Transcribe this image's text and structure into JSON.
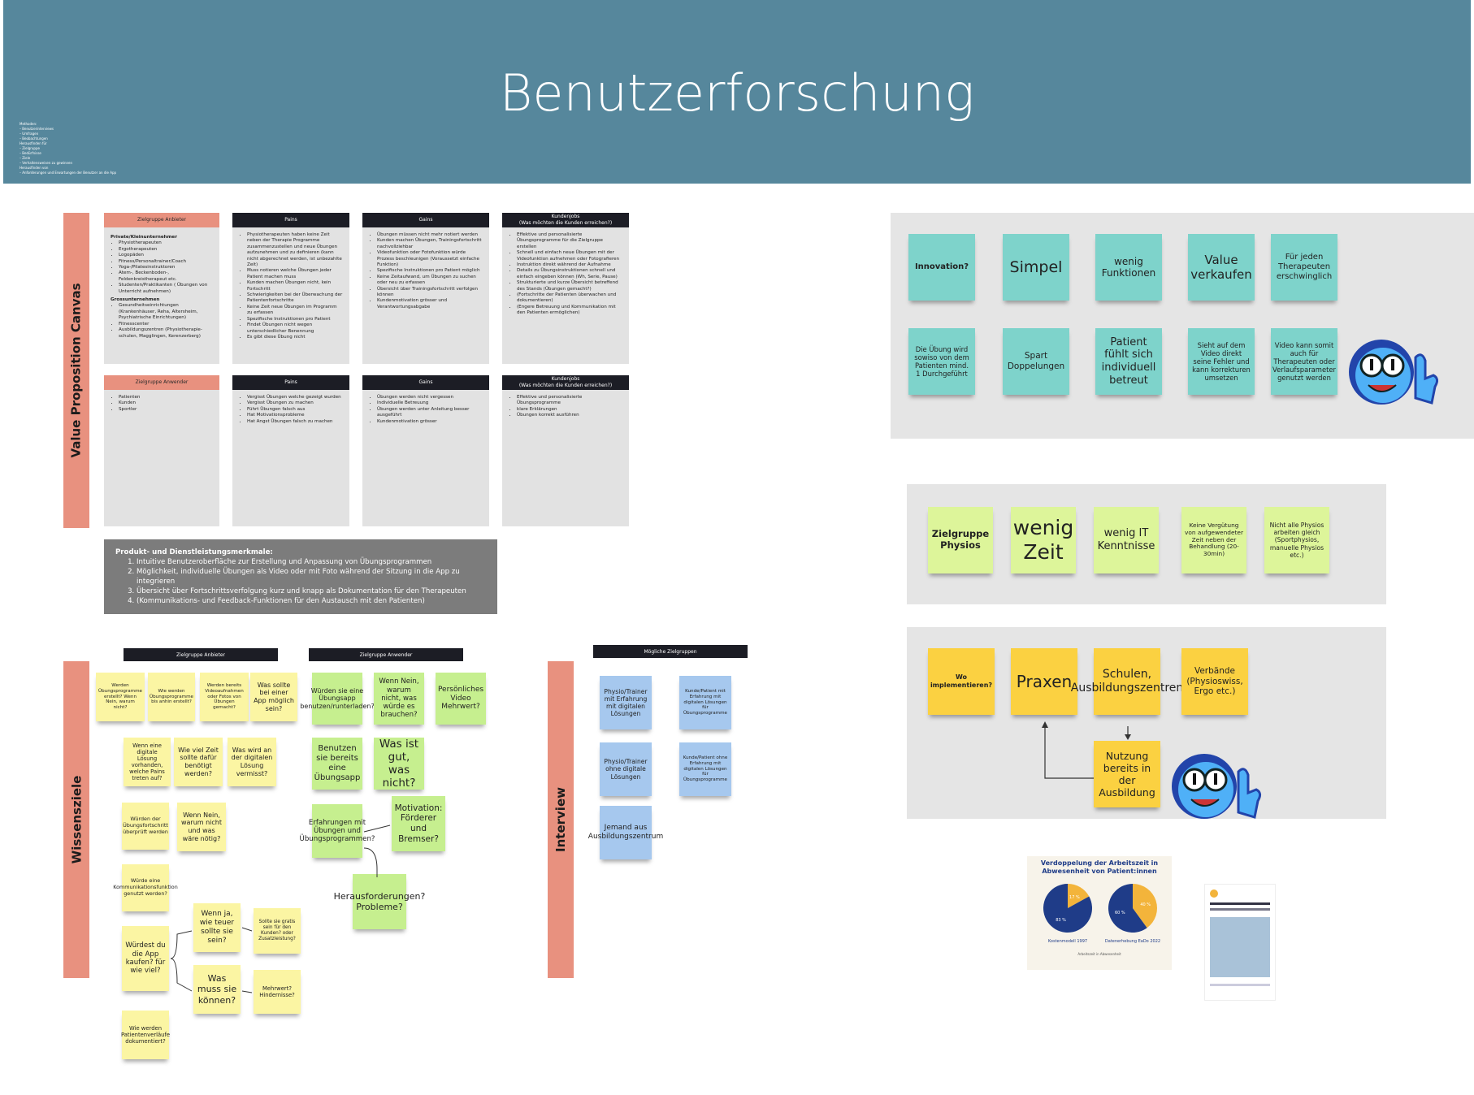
{
  "header": {
    "title": "Benutzerforschung",
    "notes": [
      "Methoden:",
      "– Benutzerinterviews",
      "– Umfragen",
      "– Beobachtungen",
      "Herausfinden für",
      "– Zielgruppe",
      "– Bedürfnisse",
      "– Ziele",
      "– Verhaltensweisen zu gewinnen",
      "Herausfinden von",
      "– Anforderungen und Erwartungen der Benutzer an die App"
    ]
  },
  "vpc": {
    "label": "Value Proposition Canvas",
    "row1": [
      {
        "title": "Zielgruppe Anbieter",
        "style": "salmon",
        "blocks": [
          {
            "head": "Private/Kleinunternehmer",
            "items": [
              "Physiotherapeuten",
              "Ergotherapeuten",
              "Logopäden",
              "Fitness/Personaltrainer/Coach",
              "Yoga-/Pilatesinstruktoren",
              "Atem-, Beckenboden-, Feldenkreistherapeut etc.",
              "Studenten/Praktikanten ( Übungen von Unterricht aufnehmen)"
            ]
          },
          {
            "head": "Grossunternehmen",
            "items": [
              "Gesundheitseinrichtungen (Krankenhäuser, Reha, Altersheim, Psychiatrische Einrichtungen)",
              "Fitnesscenter",
              "Ausbildungszentren (Physiotherapie-schulen, Magglingen, Kerenzerberg)"
            ]
          }
        ]
      },
      {
        "title": "Pains",
        "style": "dark",
        "blocks": [
          {
            "head": "",
            "items": [
              "Physiotherapeuten haben keine Zeit neben der Therapie Programme zusammenzustellen und neue Übungen aufzunehmen und zu definieren (kann nicht abgerechnet werden, ist unbezahlte Zeit)",
              "Muss notieren welche Übungen jeder Patient machen muss",
              "Kunden machen Übungen nicht, kein Fortschritt",
              "Schwierigkeiten bei der Überwachung der Patientenfortschritte",
              "Keine Zeit neue Übungen im Programm zu erfassen",
              "Spezifische Instruktionen pro Patient",
              "Findet Übungen nicht wegen unterschiedlicher Benennung",
              "Es gibt diese Übung nicht"
            ]
          }
        ]
      },
      {
        "title": "Gains",
        "style": "dark",
        "blocks": [
          {
            "head": "",
            "items": [
              "Übungen müssen nicht mehr notiert werden",
              "Kunden machen Übungen, Trainingsfortschritt nachvollziehbar",
              "Videofunktion oder Fotofunktion würde Prozess beschleunigen (Voraussetzt einfache Funktion)",
              "Spezifische Instruktionen pro Patient möglich",
              "Keine Zeitaufwand, um Übungen zu suchen oder neu zu erfassen",
              "Übersicht über Trainingsfortschritt verfolgen können",
              "Kundenmotivation grösser und Verantwortungsabgabe"
            ]
          }
        ]
      },
      {
        "title": "Kundenjobs\n(Was möchten die Kunden erreichen?)",
        "style": "dark",
        "blocks": [
          {
            "head": "",
            "items": [
              "Effektive und personalisierte Übungsprogramme für die Zielgruppe erstellen",
              "Schnell und einfach neue Übungen mit der Videofunktion aufnehmen oder Fotografieren",
              "Instruktion direkt während der Aufnahme",
              "Details zu Übungsinstruktionen schnell und einfach eingeben können (Wh, Serie, Pause)",
              "Strukturierte und kurze Übersicht betreffend des Stands (Übungen gemacht?)",
              "(Fortschritte der Patienten überwachen und dokumentieren)",
              "(Engere Betreuung und Kommunikation mit den Patienten ermöglichen)"
            ]
          }
        ]
      }
    ],
    "row2": [
      {
        "title": "Zielgruppe Anwender",
        "style": "salmon",
        "blocks": [
          {
            "head": "",
            "items": [
              "Patienten",
              "Kunden",
              "Sportler"
            ]
          }
        ]
      },
      {
        "title": "Pains",
        "style": "dark",
        "blocks": [
          {
            "head": "",
            "items": [
              "Vergisst Übungen welche gezeigt wurden",
              "Vergisst Übungen zu machen",
              "Führt Übungen falsch aus",
              "Hat Motivationsprobleme",
              "Hat Angst Übungen falsch zu machen"
            ]
          }
        ]
      },
      {
        "title": "Gains",
        "style": "dark",
        "blocks": [
          {
            "head": "",
            "items": [
              "Übungen werden nicht vergessen",
              "Individuelle Betreuung",
              "Übungen werden unter Anleitung besser ausgeführt",
              "Kundenmotivation grösser"
            ]
          }
        ]
      },
      {
        "title": "Kundenjobs\n(Was möchten die Kunden erreichen?)",
        "style": "dark",
        "blocks": [
          {
            "head": "",
            "items": [
              "Effektive und personalisierte Übungsprogramme",
              "klare Erklärungen",
              "Übungen korrekt ausführen"
            ]
          }
        ]
      }
    ],
    "features": {
      "title": "Produkt- und Dienstleistungsmerkmale:",
      "items": [
        "Intuitive Benutzeroberfläche zur Erstellung und Anpassung von Übungsprogrammen",
        "Möglichkeit, individuelle Übungen als Video oder mit Foto während der Sitzung in die App zu integrieren",
        "Übersicht über Fortschrittsverfolgung kurz und knapp als Dokumentation für den Therapeuten",
        "(Kommunikations- und Feedback-Funktionen für den Austausch mit den Patienten)"
      ]
    }
  },
  "wissensziele": {
    "label": "Wissensziele",
    "head_anbieter": "Zielgruppe Anbieter",
    "head_anwender": "Zielgruppe Anwender",
    "anbieter_notes": [
      "Werden Übungsprogramme erstellt? Wenn Nein, warum nicht?",
      "Wie werden Übungsprogramme bis anhin erstellt?",
      "Werden bereits Videoaufnahmen oder Fotos von Übungen gemacht?",
      "Was sollte bei einer App möglich sein?",
      "Wenn eine digitale Lösung vorhanden, welche Pains treten auf?",
      "Wie viel Zeit sollte dafür benötigt werden?",
      "Was wird an der digitalen Lösung vermisst?",
      "Würden der Übungsfortschritt überprüft werden",
      "Wenn Nein, warum nicht und was wäre nötig?",
      "Würde eine Kommunikationsfunktion genutzt werden?",
      "Würdest du die App kaufen? für wie viel?",
      "Wenn ja, wie teuer sollte sie sein?",
      "Sollte sie gratis sein für den Kunden? oder Zusatzleistung?",
      "Was muss sie können?",
      "Mehrwert? Hindernisse?",
      "Wie werden Patientenverläufe dokumentiert?"
    ],
    "anwender_notes": [
      "Würden sie eine Übungsapp benutzen/runterladen?",
      "Wenn Nein, warum nicht, was würde es brauchen?",
      "Persönliches Video Mehrwert?",
      "Benutzen sie bereits eine Übungsapp",
      "Was ist gut, was nicht?",
      "Erfahrungen mit Übungen und Übungsprogrammen?",
      "Motivation: Förderer und Bremser?",
      "Herausforderungen? Probleme?"
    ]
  },
  "interview": {
    "label": "Interview",
    "head": "Mögliche Zielgruppen",
    "notes": [
      "Physio/Trainer mit Erfahrung mit digitalen Lösungen",
      "Kunde/Patient mit Erfahrung mit digitalen Lösungen für Übungsprogramme",
      "Physio/Trainer ohne digitale Lösungen",
      "Kunde/Patient ohne Erfahrung mit digitalen Lösungen für Übungsprogramme",
      "Jemand aus Ausbildungszentrum"
    ]
  },
  "innovation": {
    "row1": [
      "Innovation?",
      "Simpel",
      "wenig Funktionen",
      "Value verkaufen",
      "Für jeden Therapeuten erschwinglich"
    ],
    "row2": [
      "Die Übung wird sowiso von dem Patienten mind. 1 Durchgeführt",
      "Spart Doppelungen",
      "Patient fühlt sich individuell betreut",
      "Sieht auf dem Video direkt seine Fehler und kann korrekturen umsetzen",
      "Video kann somit auch für Therapeuten oder Verlaufsparameter genutzt werden"
    ]
  },
  "zielgruppe_physios": [
    "Zielgruppe Physios",
    "wenig Zeit",
    "wenig IT Kenntnisse",
    "Keine Vergütung von aufgewendeter Zeit neben der Behandlung (20-30min)",
    "Nicht alle Physios arbeiten gleich (Sportphysios, manuelle Physios etc.)"
  ],
  "implementieren": [
    "Wo implementieren?",
    "Praxen",
    "Schulen, Ausbildungszentren",
    "Verbände (Physioswiss, Ergo etc.)",
    "Nutzung bereits in der Ausbildung"
  ],
  "infographic": {
    "title": "Verdoppelung der Arbeitszeit in Abwesenheit von Patient:innen",
    "pies": [
      {
        "label": "Kostenmodell 1997",
        "values": [
          17,
          83
        ]
      },
      {
        "label": "Datenerhebung EaDo 2022",
        "values": [
          40,
          60
        ]
      }
    ],
    "legend": "Arbeitszeit in Abwesenheit"
  },
  "colors": {
    "header": "#56879c",
    "salmon": "#e8917f",
    "teal": "#7ed3cb",
    "lime": "#ddf59a",
    "gold": "#fbd141",
    "pie_blue": "#1f3c88",
    "pie_yellow": "#f3b43b"
  }
}
